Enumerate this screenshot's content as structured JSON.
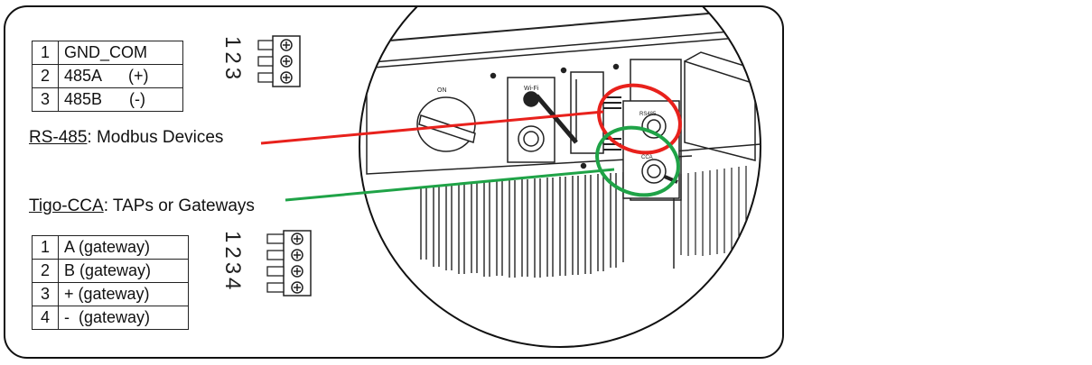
{
  "rs485_table": {
    "rows": [
      {
        "pin": "1",
        "signal": "GND_COM"
      },
      {
        "pin": "2",
        "signal": "485A      (+)"
      },
      {
        "pin": "3",
        "signal": "485B      (-)"
      }
    ],
    "connector_numbers": "123"
  },
  "tigo_table": {
    "rows": [
      {
        "pin": "1",
        "signal": "A (gateway)"
      },
      {
        "pin": "2",
        "signal": "B (gateway)"
      },
      {
        "pin": "3",
        "signal": "+ (gateway)"
      },
      {
        "pin": "4",
        "signal": "-  (gateway)"
      }
    ],
    "connector_numbers": "1234"
  },
  "rs485_label": {
    "name": "RS-485",
    "desc": ":  Modbus Devices",
    "color": "#e8211c"
  },
  "tigo_label": {
    "name": "Tigo-CCA",
    "desc": ":  TAPs or Gateways",
    "color": "#1fa347"
  },
  "device_labels": {
    "wifi": "Wi-Fi",
    "on": "ON",
    "rs485_port": "RS485",
    "cca_port": "CCA"
  }
}
